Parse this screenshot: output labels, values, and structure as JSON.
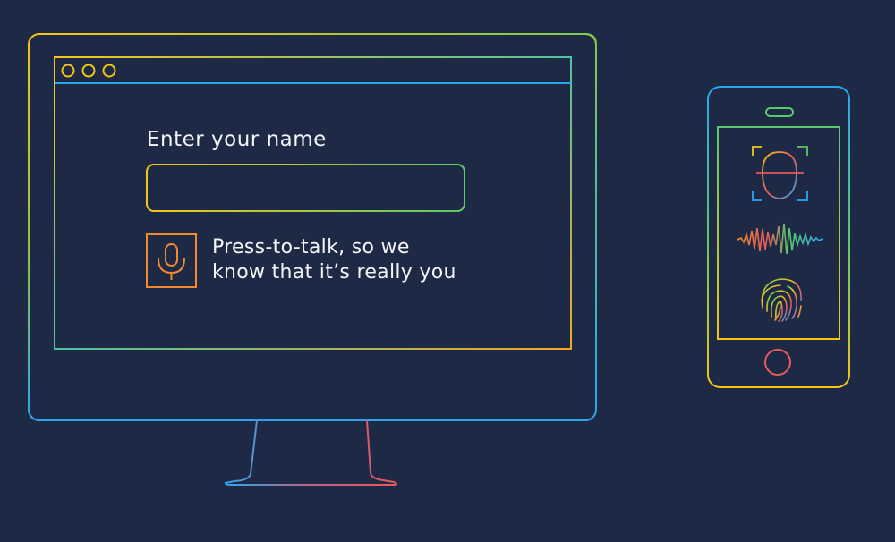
{
  "form": {
    "name_label": "Enter your name",
    "name_value": "",
    "talk_line1": "Press-to-talk, so we",
    "talk_line2": "know that it’s really you"
  },
  "icons": {
    "window_controls": [
      "circle-icon",
      "circle-icon",
      "circle-icon"
    ],
    "microphone": "microphone-icon",
    "face": "face-scan-icon",
    "voice": "voice-wave-icon",
    "fingerprint": "fingerprint-icon"
  },
  "colors": {
    "background": "#1e2a45",
    "yellow": "#f5c518",
    "green": "#59c96b",
    "blue": "#2aa6f0",
    "orange": "#f08a2c",
    "red": "#e8595a",
    "text": "#f2f4f8"
  }
}
